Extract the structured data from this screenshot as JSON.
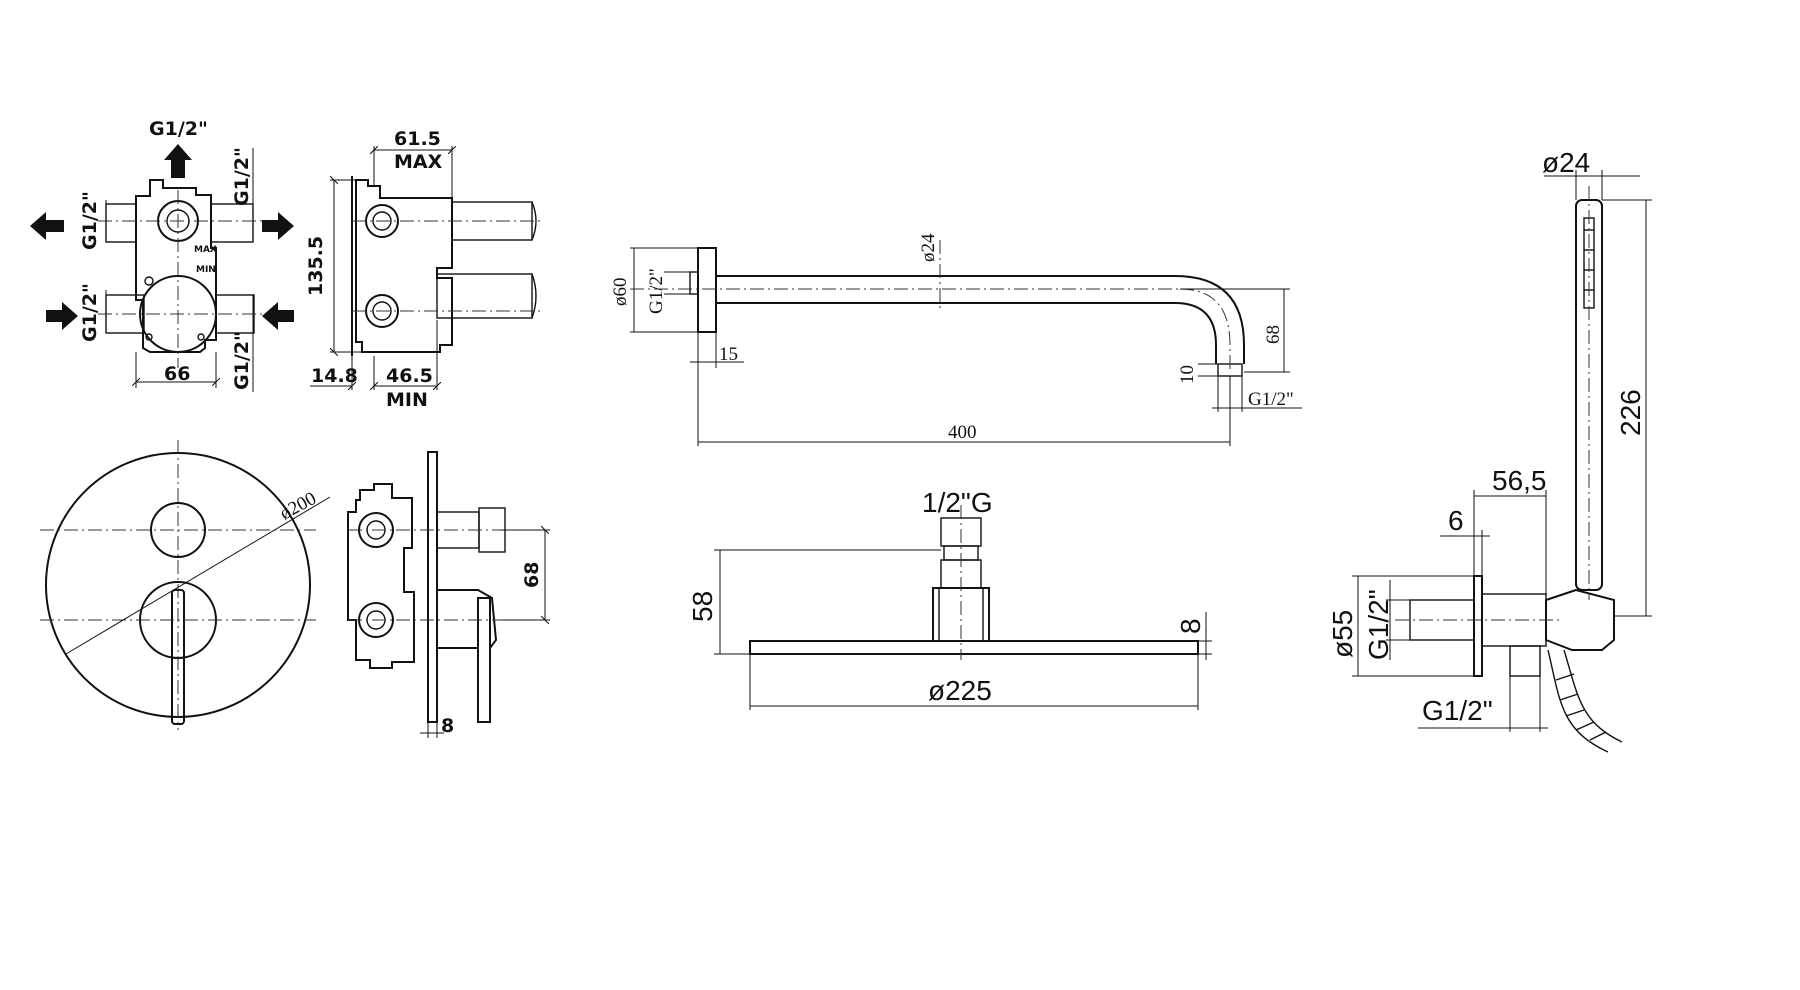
{
  "valve": {
    "top_inlet": "G1/2\"",
    "right_upper": "G1/2\"",
    "left_upper": "G1/2\"",
    "left_lower": "G1/2\"",
    "right_lower": "G1/2\"",
    "max_mark": "MAX",
    "min_mark": "MIN",
    "width": "66",
    "side_depth_max": "61.5",
    "side_max_label": "MAX",
    "side_height": "135.5",
    "side_offset": "14.8",
    "side_depth_min": "46.5",
    "side_min_label": "MIN"
  },
  "plate": {
    "diameter": "ø200",
    "lever_offset": "68",
    "plate_thickness": "8"
  },
  "arm": {
    "tube_diameter": "ø24",
    "flange_diameter": "ø60",
    "thread": "G1/2\"",
    "flange_depth": "15",
    "drop": "68",
    "nipple": "10",
    "outlet_thread": "G1/2\"",
    "length": "400"
  },
  "head": {
    "connection": "1/2\"G",
    "height": "58",
    "thickness": "8",
    "diameter": "ø225"
  },
  "hand": {
    "diameter": "ø24",
    "length": "226",
    "depth": "56,5",
    "flange": "6",
    "outlet_diameter": "ø55",
    "outlet_thread": "G1/2\"",
    "hose_thread": "G1/2\""
  }
}
